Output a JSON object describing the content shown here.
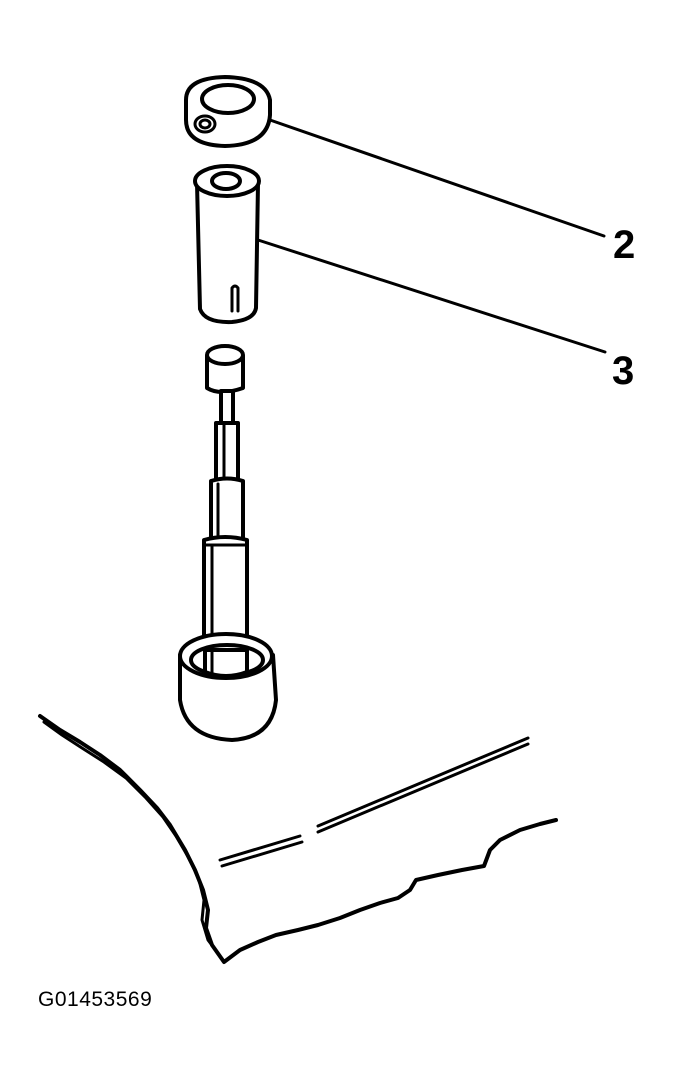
{
  "callouts": [
    {
      "id": "callout-2",
      "label": "2"
    },
    {
      "id": "callout-3",
      "label": "3"
    }
  ],
  "figure_id": "G01453569"
}
